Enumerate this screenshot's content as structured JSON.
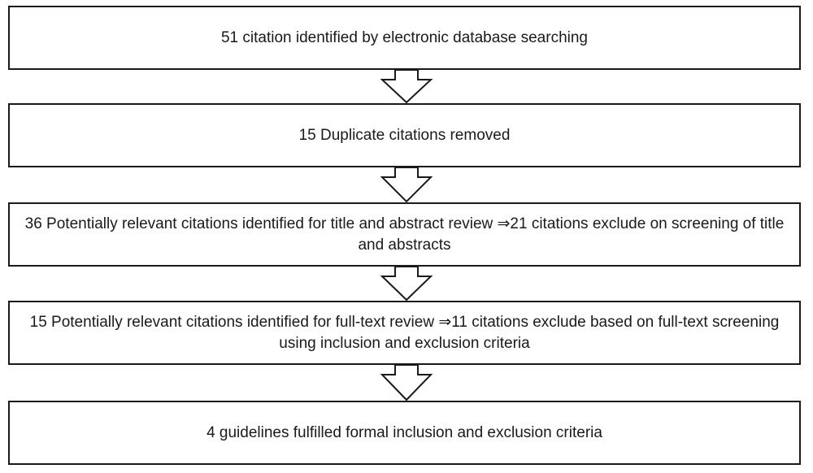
{
  "flowchart": {
    "steps": [
      {
        "text": "51 citation identified by electronic database searching"
      },
      {
        "text": "15 Duplicate citations removed"
      },
      {
        "text": "36 Potentially relevant citations identified for title and abstract review ⇒21 citations exclude on screening of title and abstracts"
      },
      {
        "text": "15 Potentially relevant citations identified for full-text review ⇒11 citations exclude based on full-text screening using inclusion and exclusion criteria"
      },
      {
        "text": "4 guidelines fulfilled formal inclusion and exclusion criteria"
      }
    ],
    "colors": {
      "border": "#1a1a1a",
      "background": "#ffffff",
      "text": "#1a1a1a"
    }
  }
}
